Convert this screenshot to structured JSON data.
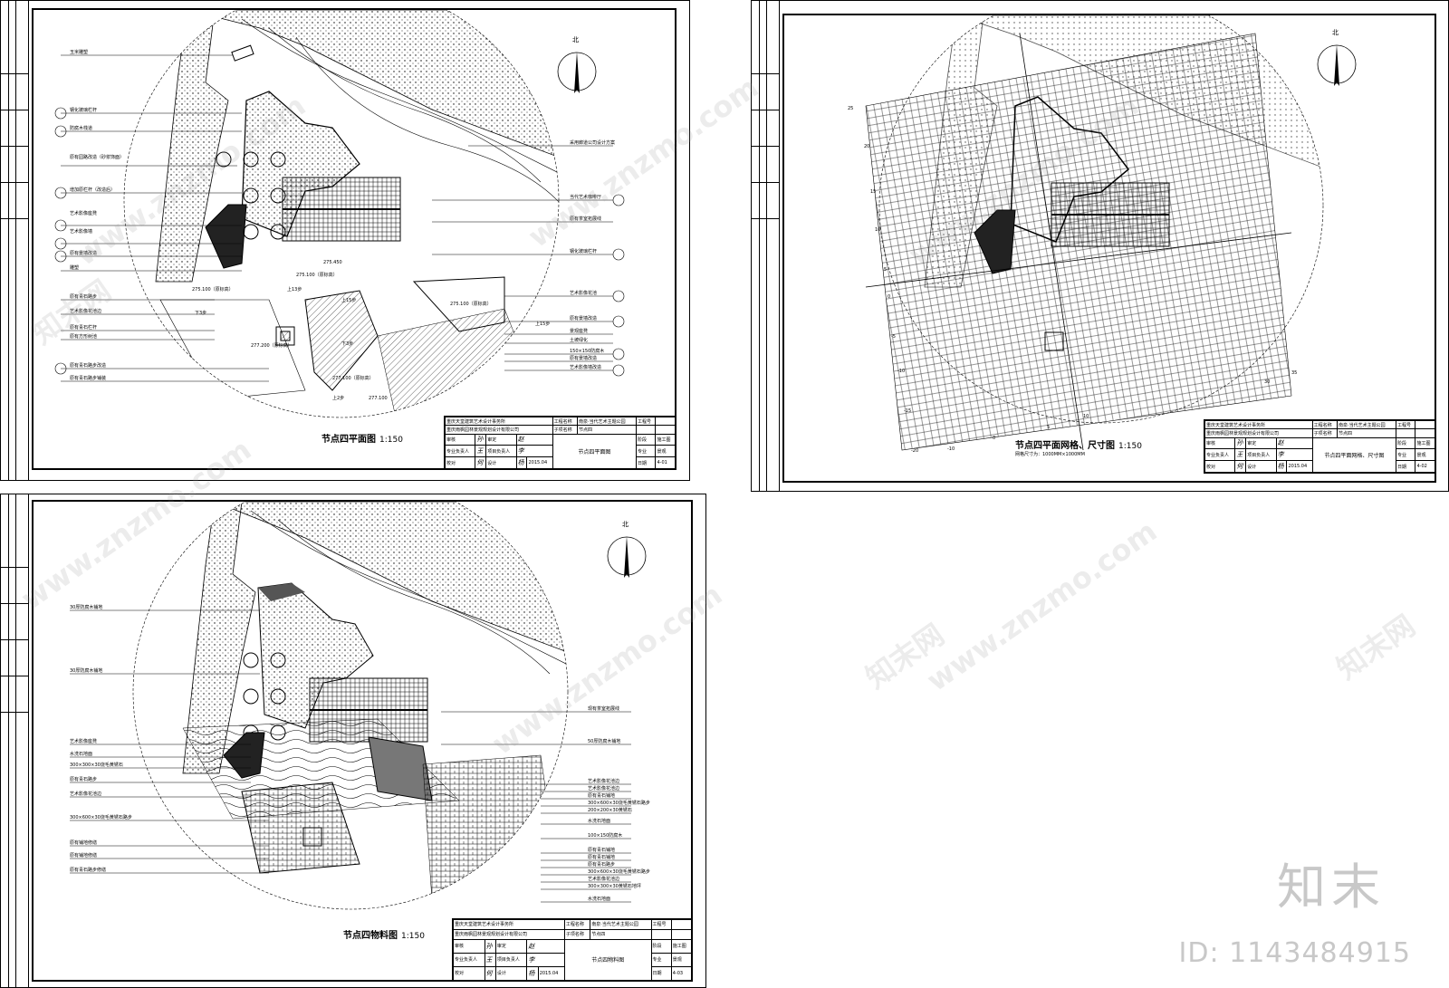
{
  "watermark": "www.znzmo.com",
  "watermark_brand": "知末网",
  "brand_logo": "知末",
  "image_id": "ID: 1143484915",
  "north_label": "北",
  "sheets": [
    {
      "title": "节点四平面图",
      "scale": "1:150",
      "title_block": {
        "company1": "重庆天堂建筑艺术设计事务所",
        "company2": "重庆雨枫园林景观规划设计有限公司",
        "project_label": "工程名称",
        "project": "南泉·当代艺术主题公园",
        "subproject_label": "子项名称",
        "subproject": "节点四",
        "drawing": "节点四平面图",
        "job_label": "工程号",
        "stage_label": "阶段",
        "stage": "施工图",
        "discipline_label": "专业",
        "discipline": "景观",
        "no": "4-01",
        "date_label": "日期",
        "date": "2015.04",
        "r1": "审核",
        "r2": "审定",
        "r3": "专业负责人",
        "r4": "项目负责人",
        "r5": "校对",
        "r6": "设计"
      },
      "labels_left": [
        "玉米雕塑",
        "钢化玻璃栏杆",
        "防腐木栈道",
        "原有园路改造（砂浆饰面）",
        "增加原栏杆（改造后）",
        "艺术影像座凳",
        "艺术影像墙",
        "原有景墙改造",
        "雕塑",
        "原有青石路步",
        "艺术影像花池边",
        "原有青石栏杆",
        "原有方形树池",
        "原有青石路步改造",
        "原有青石路步铺装"
      ],
      "labels_right": [
        "采用廊道公司设计方案",
        "当代艺术咖啡厅",
        "原有茶室拓展线",
        "钢化玻璃栏杆",
        "艺术影像花池",
        "原有景墙改造",
        "景观座凳",
        "土坡绿化",
        "150×150防腐木",
        "原有景墙改造",
        "艺术影像墙改造"
      ],
      "elevations": [
        "277.200（原标高）",
        "275.100（原标高）",
        "275.100（原标高）",
        "275.450",
        "275.100（原标高）",
        "277.100（原标高）",
        "277.100"
      ],
      "steps": [
        "上13步",
        "下3步",
        "上15步",
        "下3步",
        "上15步",
        "上2步"
      ]
    },
    {
      "title": "节点四平面网格、尺寸图",
      "scale": "1:150",
      "grid_note": "网格尺寸为：1000MM×1000MM",
      "grid_numbers": [
        "25",
        "20",
        "15",
        "10",
        "5",
        "0",
        "-5",
        "-10",
        "-15",
        "-20",
        "-10",
        "0",
        "5",
        "10",
        "30",
        "35"
      ],
      "title_block": {
        "company1": "重庆天堂建筑艺术设计事务所",
        "company2": "重庆雨枫园林景观规划设计有限公司",
        "project_label": "工程名称",
        "project": "南泉·当代艺术主题公园",
        "subproject_label": "子项名称",
        "subproject": "节点四",
        "drawing": "节点四平面网格、尺寸图",
        "job_label": "工程号",
        "stage_label": "阶段",
        "stage": "施工图",
        "discipline_label": "专业",
        "discipline": "景观",
        "no": "4-02",
        "date_label": "日期",
        "date": "2015.04",
        "r1": "审核",
        "r2": "审定",
        "r3": "专业负责人",
        "r4": "项目负责人",
        "r5": "校对",
        "r6": "设计"
      }
    },
    {
      "title": "节点四物料图",
      "scale": "1:150",
      "title_block": {
        "company1": "重庆天堂建筑艺术设计事务所",
        "company2": "重庆雨枫园林景观规划设计有限公司",
        "project_label": "工程名称",
        "project": "南泉·当代艺术主题公园",
        "subproject_label": "子项名称",
        "subproject": "节点四",
        "drawing": "节点四物料图",
        "job_label": "工程号",
        "stage_label": "阶段",
        "stage": "施工图",
        "discipline_label": "专业",
        "discipline": "景观",
        "no": "4-03",
        "date_label": "日期",
        "date": "2015.04",
        "r1": "审核",
        "r2": "审定",
        "r3": "专业负责人",
        "r4": "项目负责人",
        "r5": "校对",
        "r6": "设计"
      },
      "labels_left": [
        "30厚防腐木铺地",
        "30厚防腐木铺地",
        "艺术影像座凳",
        "水洗石地面",
        "300×300×30烧毛黄锈石",
        "原有青石路步",
        "艺术影像花池边",
        "300×600×30烧毛黄锈石路步",
        "原有铺地修缮",
        "原有铺地修缮",
        "原有青石路步修缮"
      ],
      "labels_right": [
        "现有茶室拓展线",
        "50厚防腐木铺地",
        "艺术影像花池边",
        "艺术影像花池边",
        "原有青石铺地",
        "300×600×30烧毛黄锈石路步",
        "200×200×30黄锈石",
        "水洗石地面",
        "100×150防腐木",
        "原有青石铺地",
        "原有青石铺地",
        "原有青石路步",
        "300×600×30烧毛黄锈石路步",
        "艺术影像花池边",
        "300×300×30黄锈石地坪",
        "水洗石地面"
      ]
    }
  ]
}
